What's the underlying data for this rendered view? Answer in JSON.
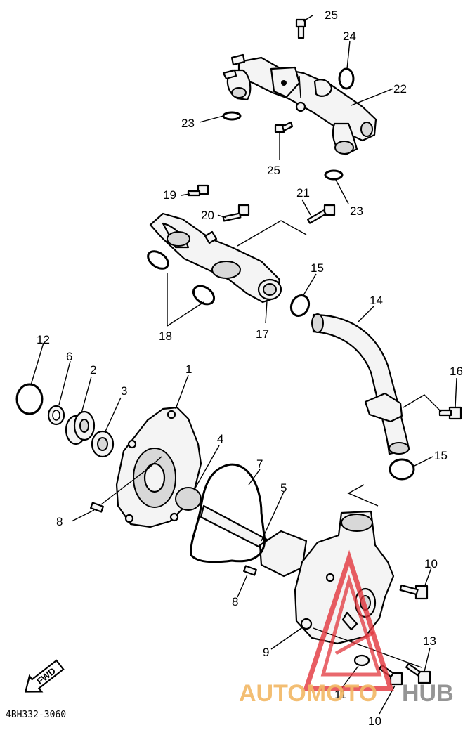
{
  "drawing_code": "4BH332-3060",
  "watermark": {
    "part1": "AUTOMOTO",
    "part2": "HUB"
  },
  "fwd_label": "FWD",
  "callouts": {
    "c1": "1",
    "c2": "2",
    "c3": "3",
    "c4": "4",
    "c5": "5",
    "c6": "6",
    "c7": "7",
    "c8a": "8",
    "c8b": "8",
    "c9": "9",
    "c10a": "10",
    "c10b": "10",
    "c11": "11",
    "c12": "12",
    "c13": "13",
    "c14": "14",
    "c15a": "15",
    "c15b": "15",
    "c16": "16",
    "c17": "17",
    "c18": "18",
    "c19": "19",
    "c20": "20",
    "c21": "21",
    "c22": "22",
    "c23a": "23",
    "c23b": "23",
    "c24": "24",
    "c25a": "25",
    "c25b": "25"
  }
}
